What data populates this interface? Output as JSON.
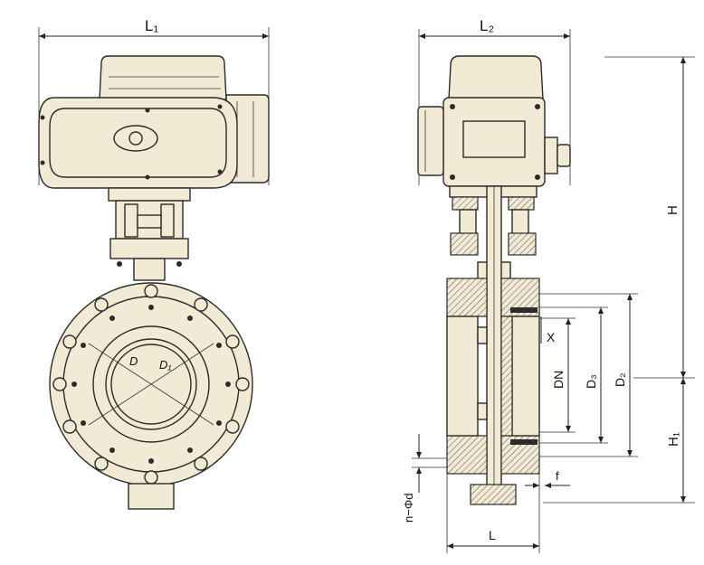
{
  "front_view": {
    "dim_width": "L₁",
    "dim_d": "D",
    "dim_d1": "D₁"
  },
  "side_view": {
    "dim_width": "L₂",
    "dim_h": "H",
    "dim_h1": "H₁",
    "dim_x": "X",
    "dim_dn": "DN",
    "dim_d3": "D₃",
    "dim_d2": "D₂",
    "dim_f": "f",
    "dim_l": "L",
    "dim_bolts": "n−Φd"
  },
  "colors": {
    "body_fill": "#f3ead5",
    "outline": "#2b2b2b"
  }
}
